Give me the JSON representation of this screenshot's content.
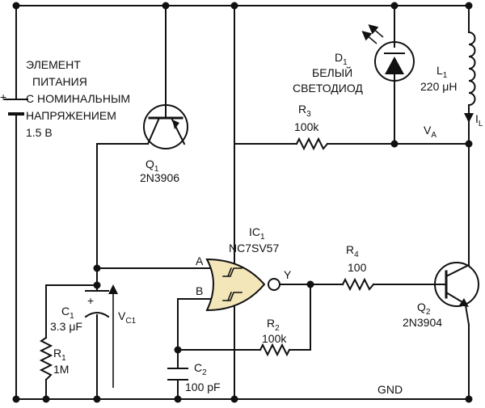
{
  "battery": {
    "plus": "+",
    "lines": [
      "ЭЛЕМЕНТ",
      "ПИТАНИЯ",
      "С НОМИНАЛЬНЫМ",
      "НАПРЯЖЕНИЕМ",
      "1.5 В"
    ]
  },
  "q1": {
    "name": "Q",
    "sub": "1",
    "part": "2N3906"
  },
  "q2": {
    "name": "Q",
    "sub": "2",
    "part": "2N3904"
  },
  "d1": {
    "name": "D",
    "sub": "1",
    "line1": "БЕЛЫЙ",
    "line2": "СВЕТОДИОД"
  },
  "l1": {
    "name": "L",
    "sub": "1",
    "value": "220 μH",
    "current": "I",
    "current_sub": "L"
  },
  "r1": {
    "name": "R",
    "sub": "1",
    "value": "1M"
  },
  "r2": {
    "name": "R",
    "sub": "2",
    "value": "100k"
  },
  "r3": {
    "name": "R",
    "sub": "3",
    "value": "100k"
  },
  "r4": {
    "name": "R",
    "sub": "4",
    "value": "100"
  },
  "c1": {
    "name": "C",
    "sub": "1",
    "value": "3.3 μF",
    "plus": "+"
  },
  "c2": {
    "name": "C",
    "sub": "2",
    "value": "100 pF"
  },
  "ic1": {
    "name": "IC",
    "sub": "1",
    "part": "NC7SV57",
    "pin_a": "A",
    "pin_b": "B",
    "pin_y": "Y"
  },
  "node_va": {
    "name": "V",
    "sub": "A"
  },
  "vc1": {
    "name": "V",
    "sub": "C1"
  },
  "gnd": {
    "label": "GND"
  }
}
